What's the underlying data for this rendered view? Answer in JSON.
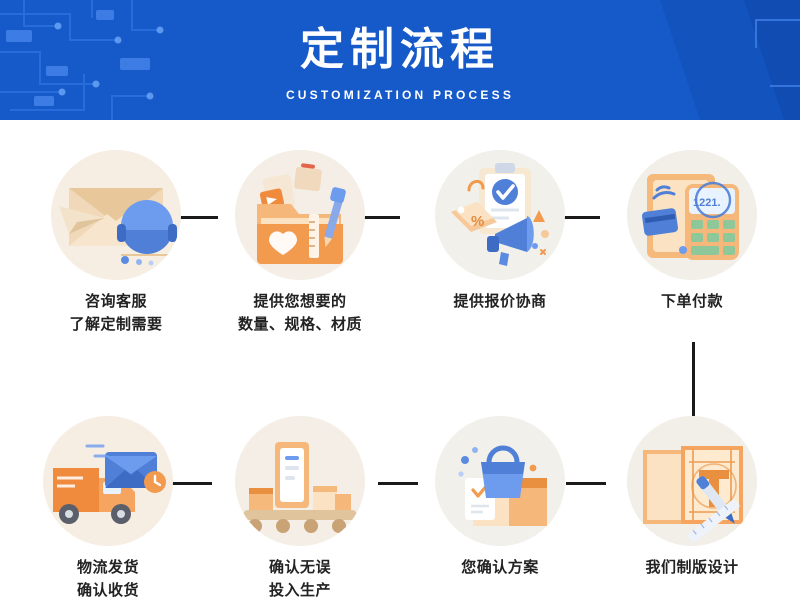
{
  "header": {
    "title": "定制流程",
    "subtitle": "CUSTOMIZATION PROCESS",
    "bg_color": "#1659c8",
    "text_color": "#ffffff"
  },
  "flow": {
    "connector_color": "#1a1a1a",
    "steps": [
      {
        "id": 1,
        "icon": "customer-service-envelope-icon",
        "label_lines": [
          "咨询客服",
          "了解定制需要"
        ]
      },
      {
        "id": 2,
        "icon": "folder-requirements-icon",
        "label_lines": [
          "提供您想要的",
          "数量、规格、材质"
        ]
      },
      {
        "id": 3,
        "icon": "quotation-clipboard-megaphone-icon",
        "label_lines": [
          "提供报价协商"
        ]
      },
      {
        "id": 4,
        "icon": "pos-payment-terminal-icon",
        "label_lines": [
          "下单付款"
        ]
      },
      {
        "id": 5,
        "icon": "plate-making-design-icon",
        "label_lines": [
          "我们制版设计"
        ]
      },
      {
        "id": 6,
        "icon": "confirm-plan-bag-icon",
        "label_lines": [
          "您确认方案"
        ]
      },
      {
        "id": 7,
        "icon": "production-conveyor-icon",
        "label_lines": [
          "确认无误",
          "投入生产"
        ]
      },
      {
        "id": 8,
        "icon": "logistics-truck-icon",
        "label_lines": [
          "物流发货",
          "确认收货"
        ]
      }
    ]
  }
}
